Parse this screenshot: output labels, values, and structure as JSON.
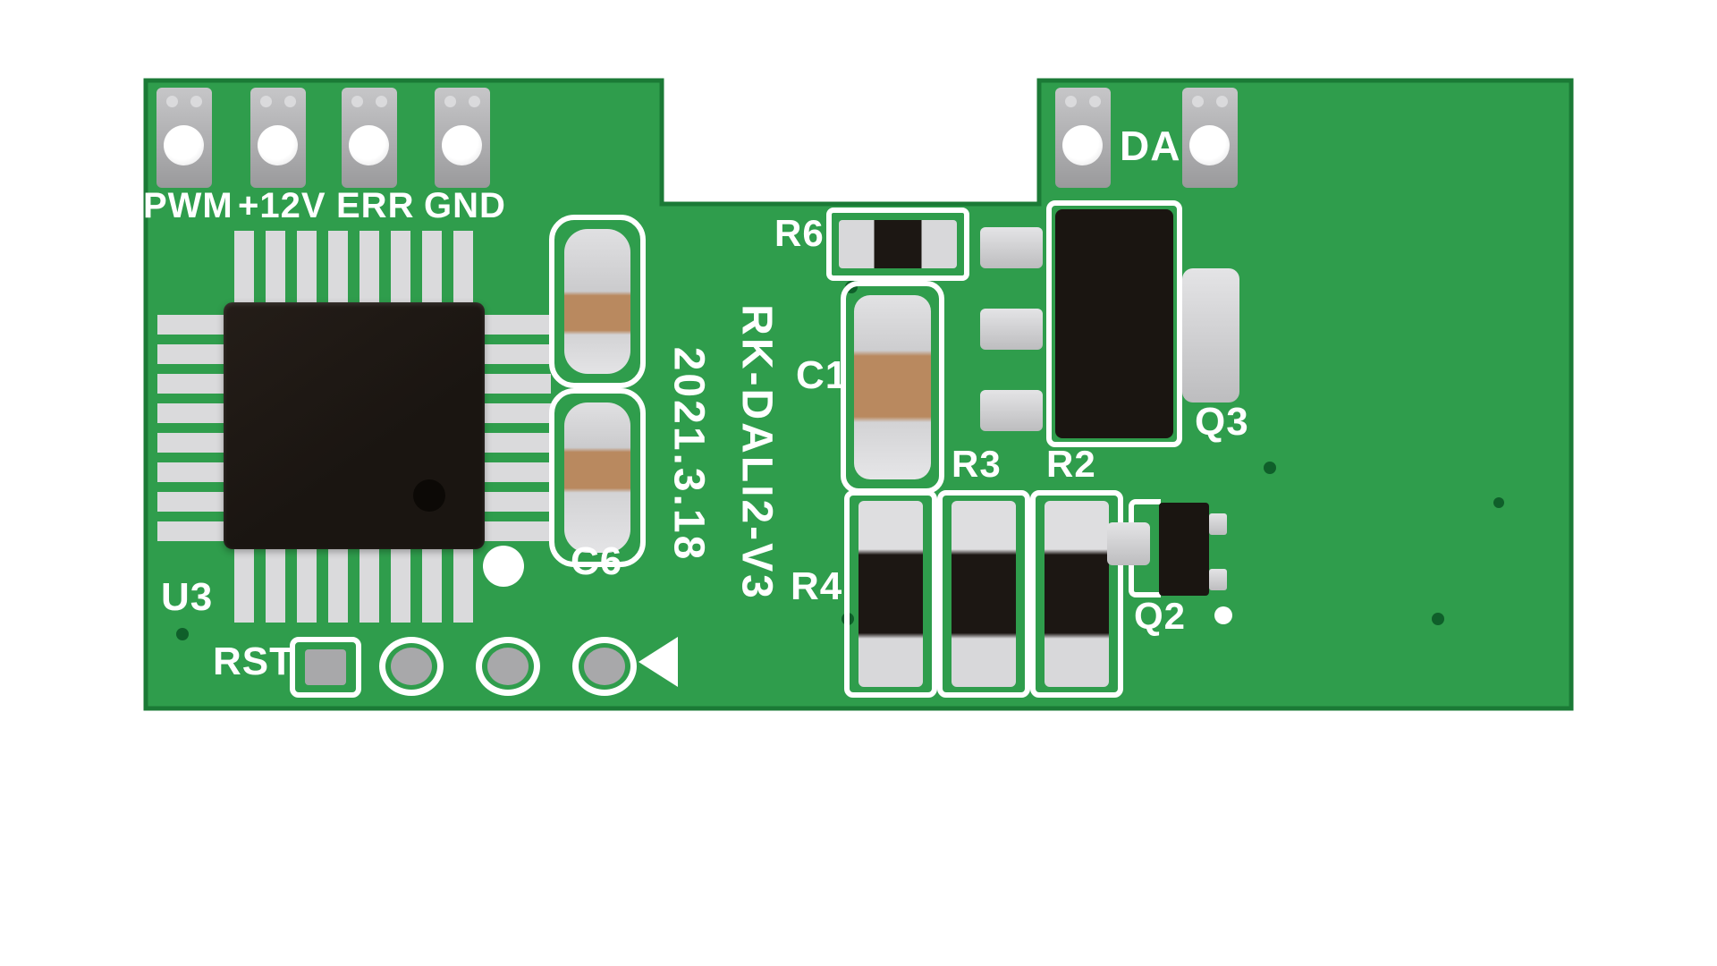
{
  "board": {
    "model": "RK-DALI2-V3",
    "date": "2021.3.18"
  },
  "connectors": {
    "pwm": "PWM",
    "v12": "+12V",
    "err": "ERR",
    "gnd": "GND",
    "da": "DA"
  },
  "components": {
    "u3": "U3",
    "rst": "RST",
    "c6": "C6",
    "c1": "C1",
    "r6": "R6",
    "r4": "R4",
    "r3": "R3",
    "r2": "R2",
    "q3": "Q3",
    "q2": "Q2"
  },
  "colors": {
    "pcb_green": "#2f9d4c",
    "pcb_edge": "#1b7a36",
    "silkscreen": "#ffffff",
    "terminal_gray": "#9a9a9c",
    "pad_silver": "#d5d5d7",
    "chip_black": "#1a1511",
    "capacitor_tan": "#b9895f"
  }
}
